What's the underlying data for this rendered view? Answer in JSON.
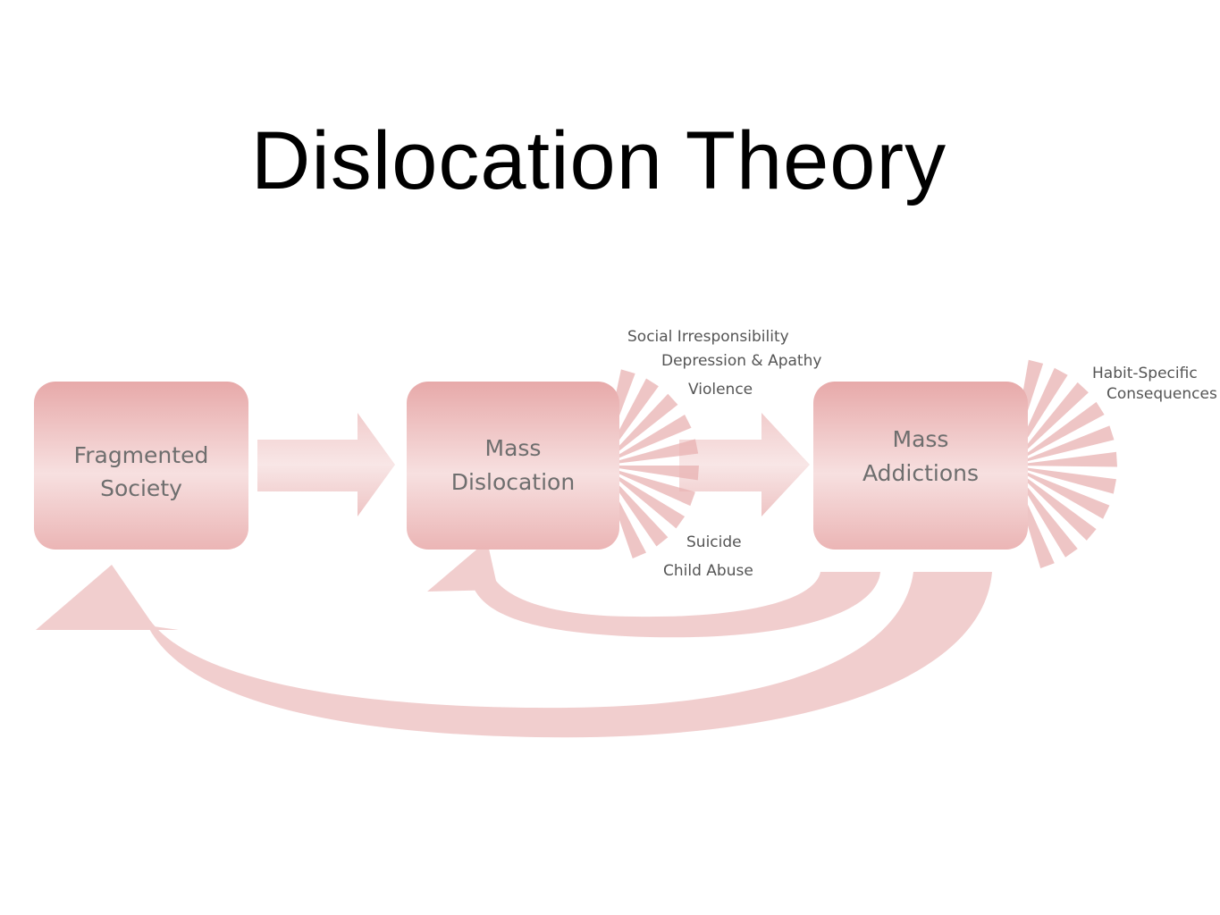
{
  "title": "Dislocation Theory",
  "colors": {
    "box_light": "#f7dede",
    "box_dark": "#e6a6a6",
    "arrow": "#eec3c3",
    "ray": "#e8b2b2"
  },
  "nodes": [
    {
      "id": "fragmented",
      "lines": [
        "Fragmented",
        "Society"
      ]
    },
    {
      "id": "dislocation",
      "lines": [
        "Mass",
        "Dislocation"
      ]
    },
    {
      "id": "addictions",
      "lines": [
        "Mass",
        "Addictions"
      ]
    }
  ],
  "effects_dislocation": [
    "Social Irresponsibility",
    "Depression & Apathy",
    "Violence",
    "Suicide",
    "Child Abuse"
  ],
  "effects_addictions": {
    "line1": "Habit-Specific",
    "line2": "Consequences"
  }
}
